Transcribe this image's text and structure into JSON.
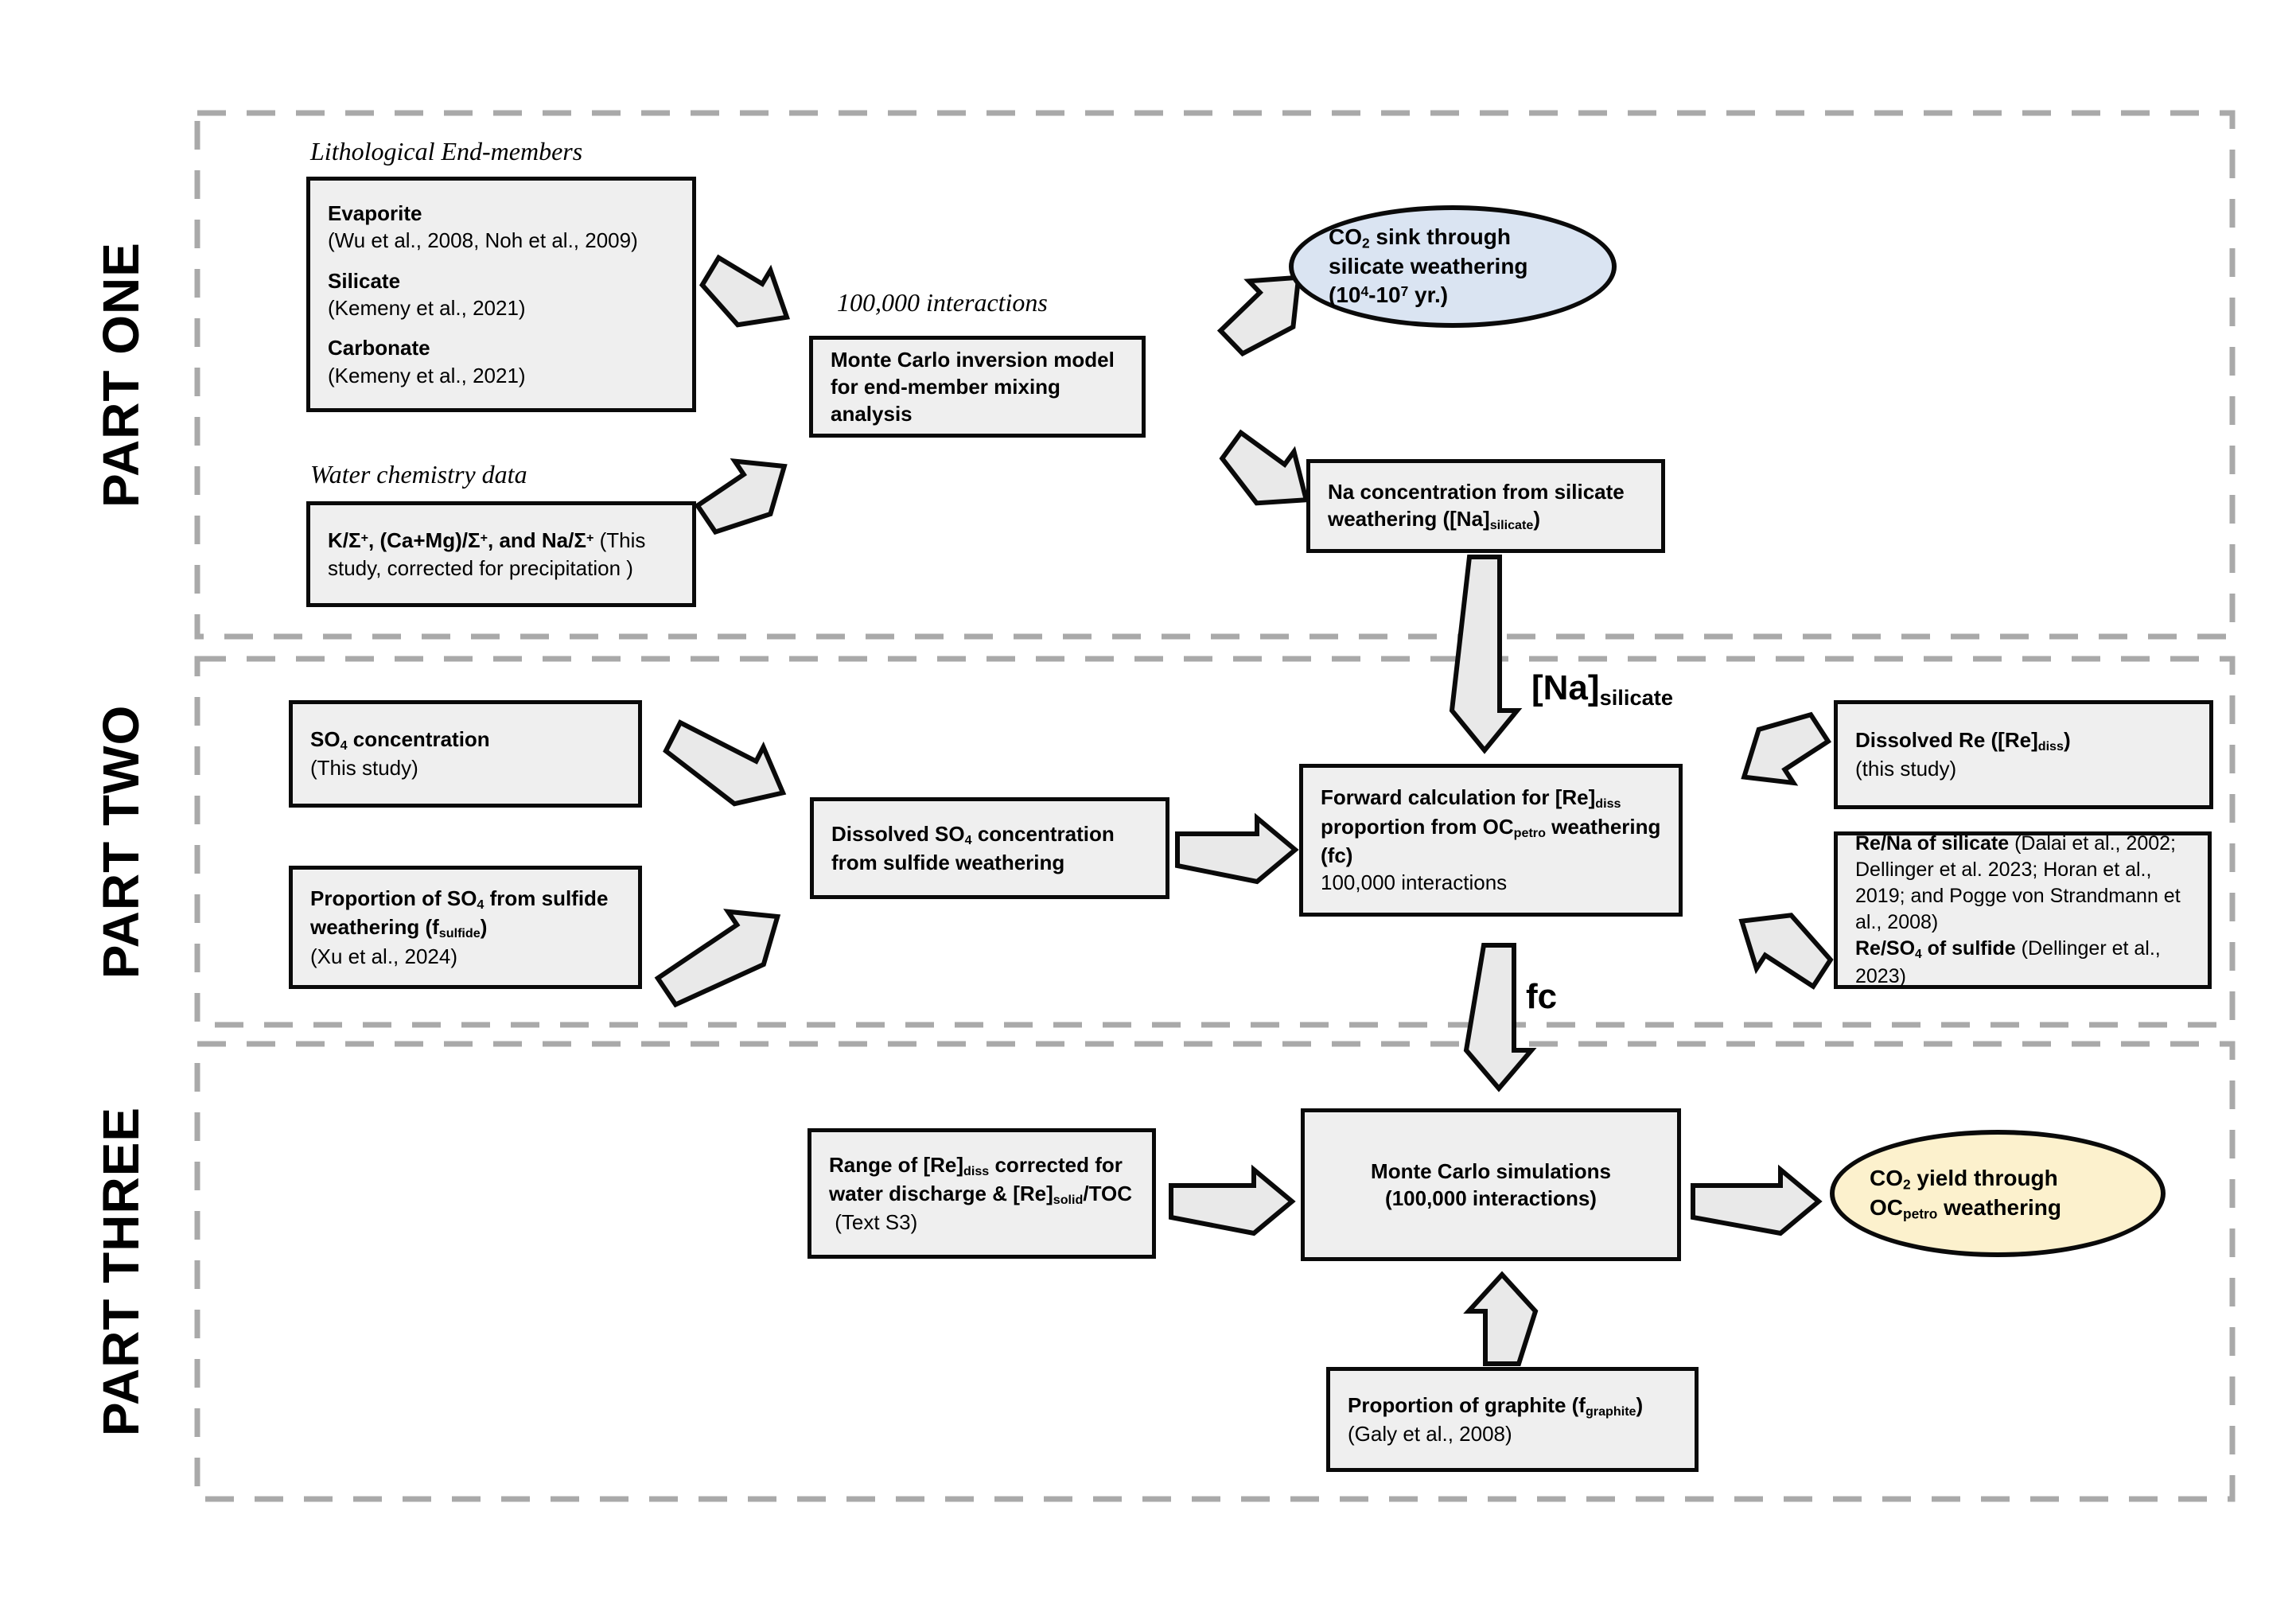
{
  "part_labels": [
    "PART ONE",
    "PART TWO",
    "PART THREE"
  ],
  "colors": {
    "box_fill": "#efefef",
    "box_border": "#0a0a0a",
    "arrow_fill": "#e9e9e9",
    "dash_border": "#a9a9a9",
    "sink_ellipse_fill": "#dae4f2",
    "yield_ellipse_fill": "#fcf1cd"
  },
  "part_one": {
    "litho_title": "Lithological End-members",
    "litho_box": "<b>Evaporite</b><br>(Wu et al., 2008, Noh et al., 2009)<span class='g'></span><b>Silicate</b><br>(Kemeny et al., 2021)<span class='g'></span><b>Carbonate</b><br>(Kemeny et al., 2021)",
    "water_title": "Water chemistry data",
    "water_box": "<b>K/&Sigma;<sup>+</sup>, (Ca+Mg)/&Sigma;<sup>+</sup>, and Na/&Sigma;<sup>+</sup></b> (This study, corrected for precipitation )",
    "interactions_label": "100,000 interactions",
    "mc_inversion_box": "<b>Monte Carlo inversion model for end-member mixing analysis</b>",
    "co2_sink_ellipse": "<b>CO<sub>2</sub> sink through silicate weathering (10<sup>4</sup>-10<sup>7</sup> yr.)</b>",
    "na_box": "<b>Na concentration from silicate weathering ([Na]<sub>silicate</sub>)</b>",
    "na_flow_label": "[Na]<sub>silicate</sub>"
  },
  "part_two": {
    "so4_box": "<b>SO<sub>4</sub> concentration</b><br>(This study)",
    "proportion_box": "<b>Proportion of SO<sub>4</sub> from sulfide weathering (f<sub>sulfide</sub>)</b><br>(Xu et al., 2024)",
    "diss_so4_box": "<b>Dissolved SO<sub>4</sub> concentration from sulfide weathering</b>",
    "forward_box": "<b>Forward calculation for [Re]<sub>diss</sub> proportion from OC<sub>petro</sub> weathering (fc)</b><br>100,000 interactions",
    "diss_re_box": "<b>Dissolved Re ([Re]<sub>diss</sub>)</b><br>(this study)",
    "rena_box": "<b>Re/Na of silicate</b> (Dalai et al., 2002; Dellinger et al. 2023; Horan et al., 2019; and Pogge von Strandmann et al., 2008)<br><b>Re/SO<sub>4</sub> of sulfide</b> (Dellinger et al., 2023)",
    "fc_flow_label": "fc"
  },
  "part_three": {
    "range_box": "<b>Range of [Re]<sub>diss</sub> corrected for water discharge &amp; [Re]<sub>solid</sub>/TOC</b><br>&nbsp;(Text S3)",
    "mc_sim_box": "<b>Monte Carlo simulations<br>(100,000 interactions)</b>",
    "co2_yield_ellipse": "<b>CO<sub>2</sub> yield through OC<sub>petro</sub> weathering</b>",
    "graphite_box": "<b>Proportion of graphite (f<sub>graphite</sub>)</b><br>(Galy et al., 2008)"
  }
}
